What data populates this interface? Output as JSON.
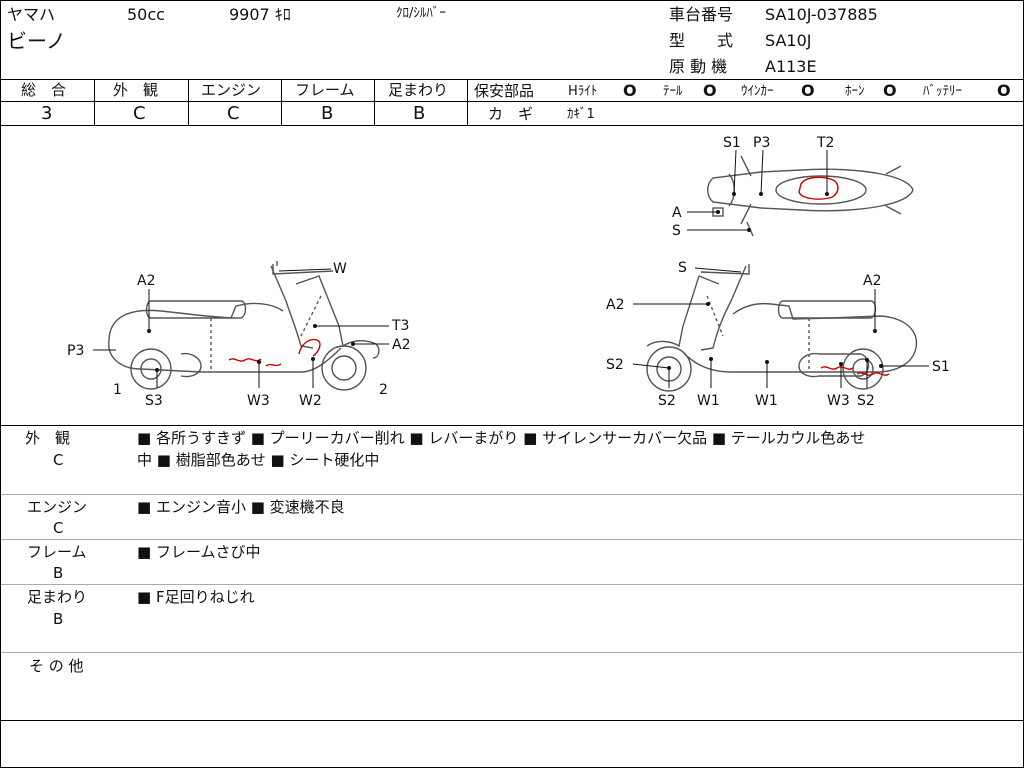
{
  "header": {
    "maker": "ヤマハ",
    "displacement": "50cc",
    "mileage": "9907 ｷﾛ",
    "color": "ｸﾛ/ｼﾙﾊﾞｰ",
    "model_name": "ビーノ",
    "frame_no_label": "車台番号",
    "frame_no": "SA10J-037885",
    "type_label": "型　　式",
    "type_value": "SA10J",
    "engine_label": "原 動 機",
    "engine_value": "A113E"
  },
  "scores": {
    "headers": [
      "総　合",
      "外　観",
      "エンジン",
      "フレーム",
      "足まわり"
    ],
    "values": [
      "3",
      "C",
      "C",
      "B",
      "B"
    ]
  },
  "safety": {
    "label": "保安部品",
    "items": [
      {
        "name": "Hﾗｲﾄ",
        "mark": "O"
      },
      {
        "name": "ﾃｰﾙ",
        "mark": "O"
      },
      {
        "name": "ｳｲﾝｶｰ",
        "mark": "O"
      },
      {
        "name": "ﾎｰﾝ",
        "mark": "O"
      },
      {
        "name": "ﾊﾞｯﾃﾘｰ",
        "mark": "O"
      }
    ],
    "key_label": "カ　ギ",
    "key_value": "ｶｷﾞ1"
  },
  "diagram": {
    "left_labels": {
      "w": "W",
      "a2_top": "A2",
      "t3": "T3",
      "a2_right": "A2",
      "p3": "P3",
      "one": "1",
      "two": "2",
      "s3": "S3",
      "w3": "W3",
      "w2": "W2"
    },
    "right_labels": {
      "s": "S",
      "a2_left": "A2",
      "a2_right": "A2",
      "s2_left": "S2",
      "s1": "S1",
      "s2_b1": "S2",
      "w1_a": "W1",
      "w1_b": "W1",
      "w3": "W3",
      "s2_b2": "S2"
    },
    "top_labels": {
      "s1": "S1",
      "p3": "P3",
      "t2": "T2",
      "a": "A",
      "s": "S"
    }
  },
  "remarks": [
    {
      "category": "外　観",
      "grade": "C",
      "lines": [
        "■ 各所うすきず ■ プーリーカバー削れ ■ レバーまがり ■ サイレンサーカバー欠品 ■ テールカウル色あせ",
        "中 ■ 樹脂部色あせ ■ シート硬化中"
      ]
    },
    {
      "category": "エンジン",
      "grade": "C",
      "lines": [
        "■ エンジン音小 ■ 変速機不良"
      ]
    },
    {
      "category": "フレーム",
      "grade": "B",
      "lines": [
        "■ フレームさび中"
      ]
    },
    {
      "category": "足まわり",
      "grade": "B",
      "lines": [
        "■ F足回りねじれ"
      ]
    },
    {
      "category": "そ の 他",
      "grade": "",
      "lines": []
    }
  ]
}
